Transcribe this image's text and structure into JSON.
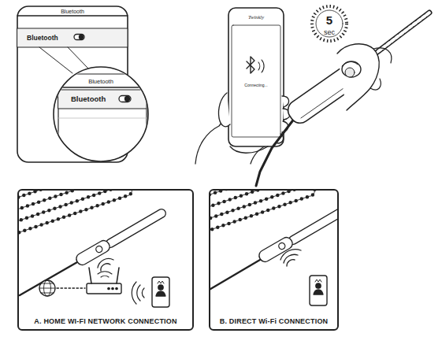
{
  "diagram": {
    "nodes": [
      {
        "text": [
          "A. HOME WI-FI NETWORK CONNECTION"
        ]
      },
      {
        "text": [
          "B. DIRECT Wi-Fi CONNECTION"
        ]
      }
    ],
    "labels": [
      "Bluetooth",
      "Bluetooth",
      "Bluetooth",
      "Bluetooth",
      "Twinkly",
      "Connecting...",
      "5",
      "sec"
    ]
  }
}
